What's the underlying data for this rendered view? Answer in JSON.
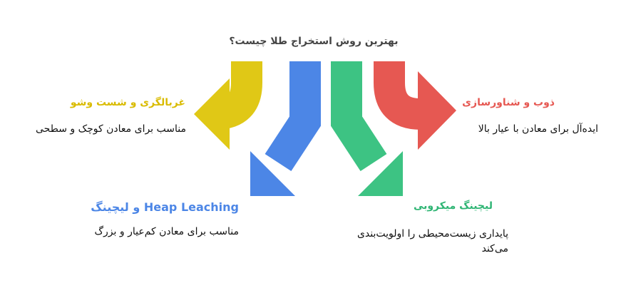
{
  "title": "بهترین روش استخراج طلا چیست؟",
  "colors": {
    "yellow": "#E0C816",
    "blue": "#4C86E6",
    "green": "#3DC383",
    "red": "#E65852",
    "title_text": "#444444"
  },
  "methods": [
    {
      "id": "gravity",
      "label": "غربالگری و شست وشو",
      "description": "مناسب برای معادن کوچک و سطحی",
      "color": "#D9BB00"
    },
    {
      "id": "heap",
      "label": "Heap Leaching و لیچینگ",
      "description": "مناسب برای معادن کم‌عیار و بزرگ",
      "color": "#4C86E6"
    },
    {
      "id": "microbial",
      "label": "لیچینگ میکروبی",
      "description": "پایداری زیست‌محیطی را اولویت‌بندی می‌کند",
      "color": "#2FB574"
    },
    {
      "id": "smelting",
      "label": "ذوب و شناورسازی",
      "description": "ایده‌آل برای معادن با عیار بالا",
      "color": "#E65852"
    }
  ]
}
